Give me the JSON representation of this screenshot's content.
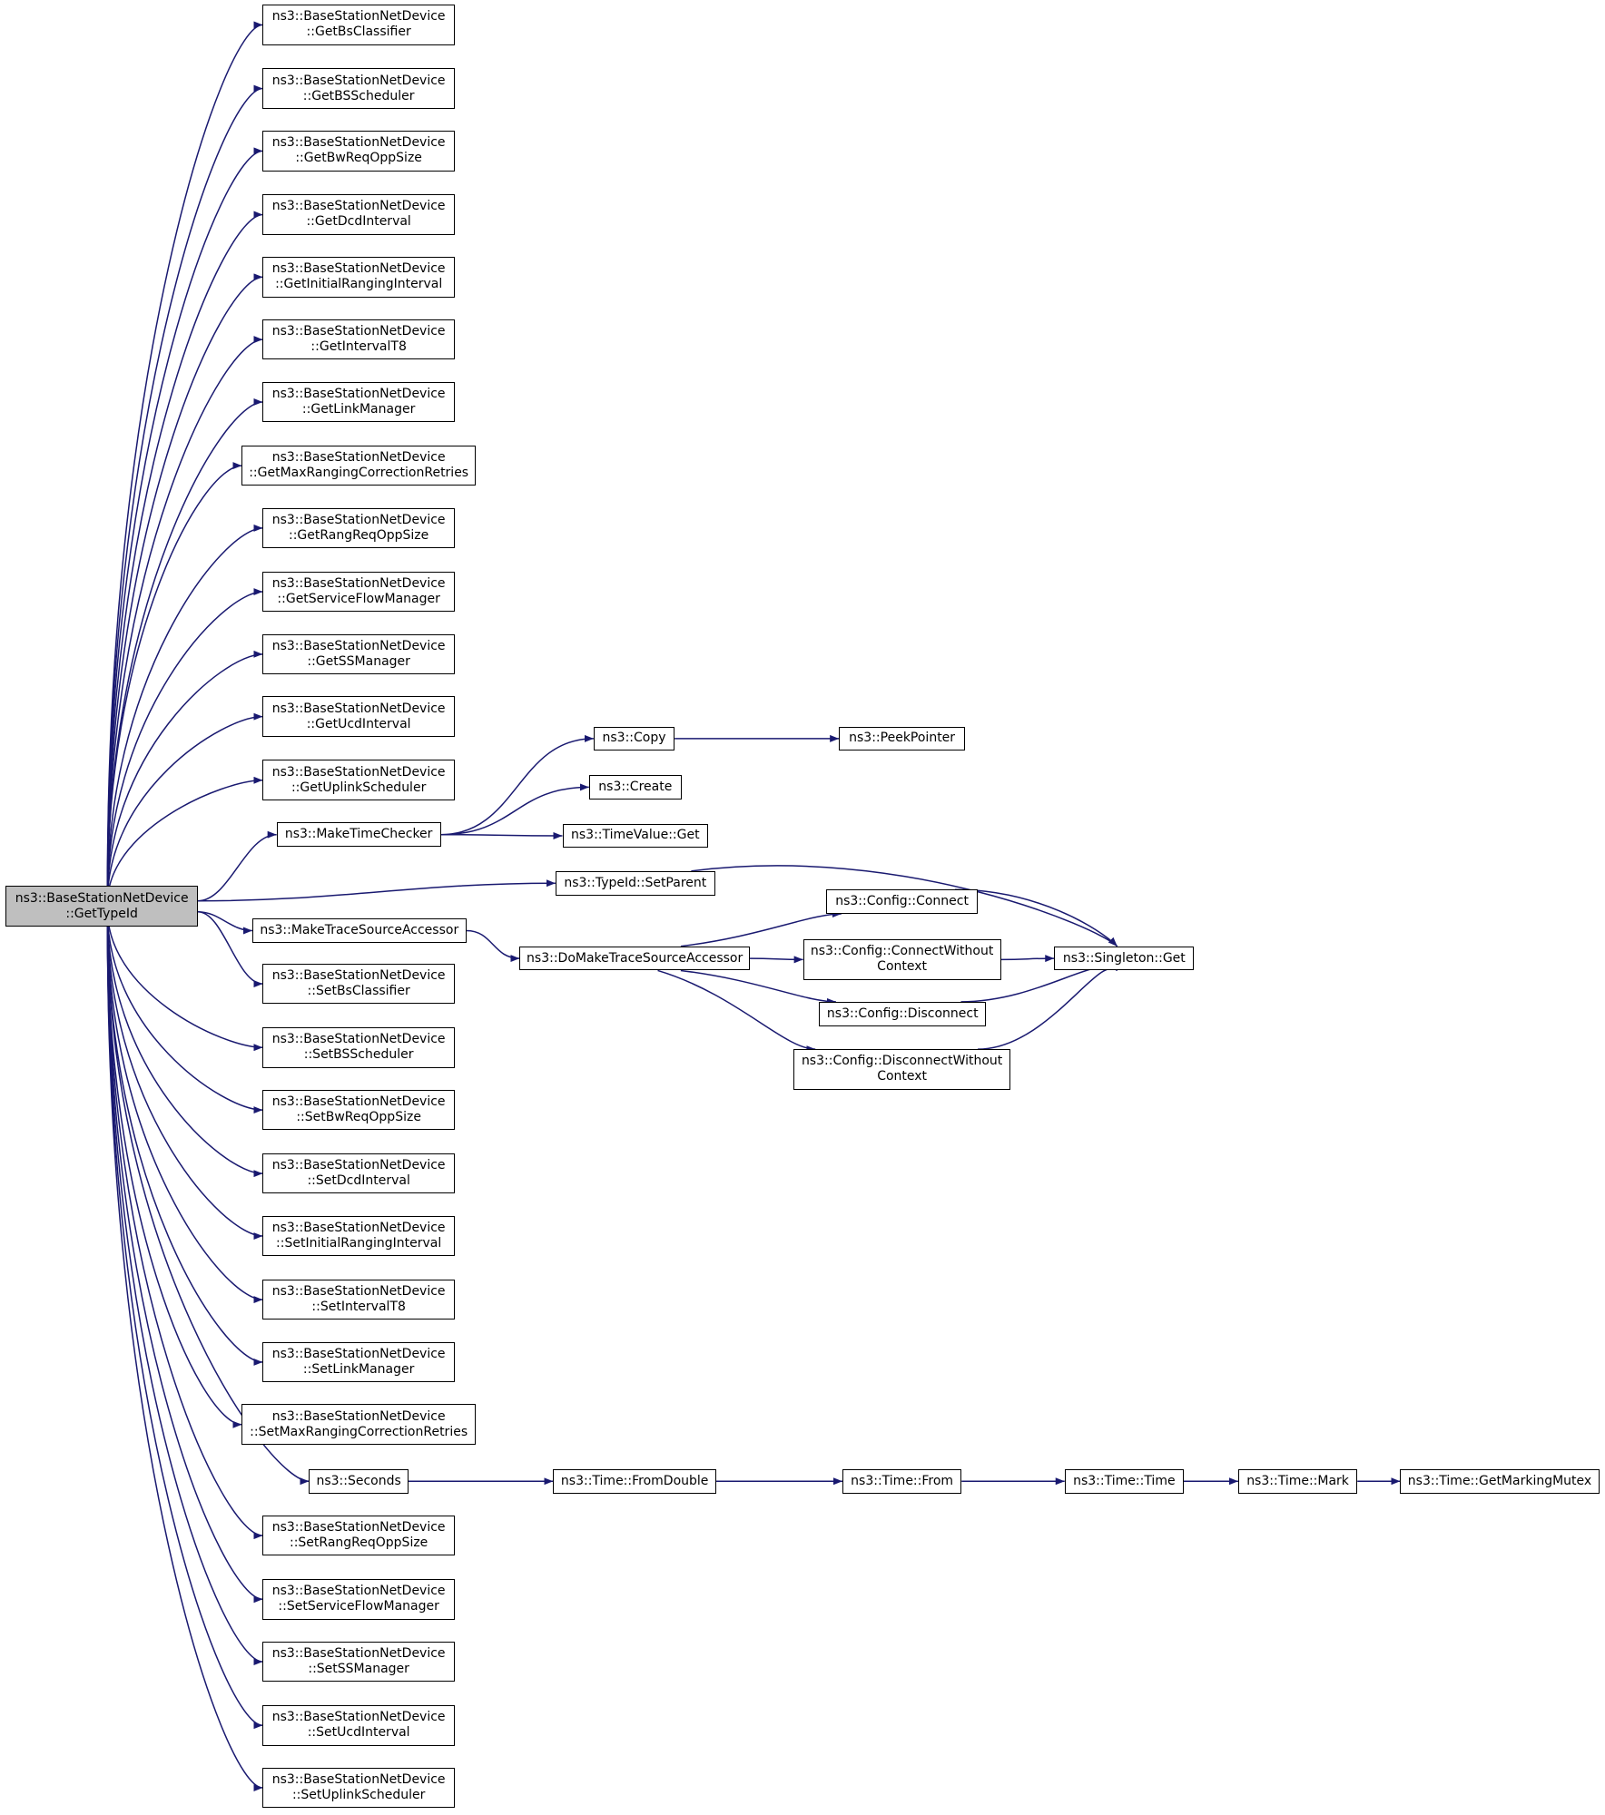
{
  "colors": {
    "edge": "#191970",
    "root_fill": "#bfbfbf",
    "node_fill": "#ffffff",
    "node_border": "#000000"
  },
  "nodes": [
    {
      "id": "root",
      "lines": [
        "ns3::BaseStationNetDevice",
        "::GetTypeId"
      ],
      "root": true
    },
    {
      "id": "getBsClassifier",
      "lines": [
        "ns3::BaseStationNetDevice",
        "::GetBsClassifier"
      ]
    },
    {
      "id": "getBSScheduler",
      "lines": [
        "ns3::BaseStationNetDevice",
        "::GetBSScheduler"
      ]
    },
    {
      "id": "getBwReqOppSize",
      "lines": [
        "ns3::BaseStationNetDevice",
        "::GetBwReqOppSize"
      ]
    },
    {
      "id": "getDcdInterval",
      "lines": [
        "ns3::BaseStationNetDevice",
        "::GetDcdInterval"
      ]
    },
    {
      "id": "getInitialRangingInterval",
      "lines": [
        "ns3::BaseStationNetDevice",
        "::GetInitialRangingInterval"
      ]
    },
    {
      "id": "getIntervalT8",
      "lines": [
        "ns3::BaseStationNetDevice",
        "::GetIntervalT8"
      ]
    },
    {
      "id": "getLinkManager",
      "lines": [
        "ns3::BaseStationNetDevice",
        "::GetLinkManager"
      ]
    },
    {
      "id": "getMaxRangingCorrectionRetries",
      "lines": [
        "ns3::BaseStationNetDevice",
        "::GetMaxRangingCorrectionRetries"
      ]
    },
    {
      "id": "getRangReqOppSize",
      "lines": [
        "ns3::BaseStationNetDevice",
        "::GetRangReqOppSize"
      ]
    },
    {
      "id": "getServiceFlowManager",
      "lines": [
        "ns3::BaseStationNetDevice",
        "::GetServiceFlowManager"
      ]
    },
    {
      "id": "getSSManager",
      "lines": [
        "ns3::BaseStationNetDevice",
        "::GetSSManager"
      ]
    },
    {
      "id": "getUcdInterval",
      "lines": [
        "ns3::BaseStationNetDevice",
        "::GetUcdInterval"
      ]
    },
    {
      "id": "getUplinkScheduler",
      "lines": [
        "ns3::BaseStationNetDevice",
        "::GetUplinkScheduler"
      ]
    },
    {
      "id": "makeTimeChecker",
      "lines": [
        "ns3::MakeTimeChecker"
      ]
    },
    {
      "id": "copy",
      "lines": [
        "ns3::Copy"
      ]
    },
    {
      "id": "peekPointer",
      "lines": [
        "ns3::PeekPointer"
      ]
    },
    {
      "id": "create",
      "lines": [
        "ns3::Create"
      ]
    },
    {
      "id": "timeValueGet",
      "lines": [
        "ns3::TimeValue::Get"
      ]
    },
    {
      "id": "typeIdSetParent",
      "lines": [
        "ns3::TypeId::SetParent"
      ]
    },
    {
      "id": "makeTraceSourceAccessor",
      "lines": [
        "ns3::MakeTraceSourceAccessor"
      ]
    },
    {
      "id": "doMakeTraceSourceAccessor",
      "lines": [
        "ns3::DoMakeTraceSourceAccessor"
      ]
    },
    {
      "id": "configConnect",
      "lines": [
        "ns3::Config::Connect"
      ]
    },
    {
      "id": "configConnectWithoutContext",
      "lines": [
        "ns3::Config::ConnectWithout",
        "Context"
      ]
    },
    {
      "id": "configDisconnect",
      "lines": [
        "ns3::Config::Disconnect"
      ]
    },
    {
      "id": "configDisconnectWithoutContext",
      "lines": [
        "ns3::Config::DisconnectWithout",
        "Context"
      ]
    },
    {
      "id": "singletonGet",
      "lines": [
        "ns3::Singleton::Get"
      ]
    },
    {
      "id": "setBsClassifier",
      "lines": [
        "ns3::BaseStationNetDevice",
        "::SetBsClassifier"
      ]
    },
    {
      "id": "setBSScheduler",
      "lines": [
        "ns3::BaseStationNetDevice",
        "::SetBSScheduler"
      ]
    },
    {
      "id": "setBwReqOppSize",
      "lines": [
        "ns3::BaseStationNetDevice",
        "::SetBwReqOppSize"
      ]
    },
    {
      "id": "setDcdInterval",
      "lines": [
        "ns3::BaseStationNetDevice",
        "::SetDcdInterval"
      ]
    },
    {
      "id": "setInitialRangingInterval",
      "lines": [
        "ns3::BaseStationNetDevice",
        "::SetInitialRangingInterval"
      ]
    },
    {
      "id": "setIntervalT8",
      "lines": [
        "ns3::BaseStationNetDevice",
        "::SetIntervalT8"
      ]
    },
    {
      "id": "setLinkManager",
      "lines": [
        "ns3::BaseStationNetDevice",
        "::SetLinkManager"
      ]
    },
    {
      "id": "setMaxRangingCorrectionRetries",
      "lines": [
        "ns3::BaseStationNetDevice",
        "::SetMaxRangingCorrectionRetries"
      ]
    },
    {
      "id": "seconds",
      "lines": [
        "ns3::Seconds"
      ]
    },
    {
      "id": "timeFromDouble",
      "lines": [
        "ns3::Time::FromDouble"
      ]
    },
    {
      "id": "timeFrom",
      "lines": [
        "ns3::Time::From"
      ]
    },
    {
      "id": "timeTime",
      "lines": [
        "ns3::Time::Time"
      ]
    },
    {
      "id": "timeMark",
      "lines": [
        "ns3::Time::Mark"
      ]
    },
    {
      "id": "timeGetMarkingMutex",
      "lines": [
        "ns3::Time::GetMarkingMutex"
      ]
    },
    {
      "id": "setRangReqOppSize",
      "lines": [
        "ns3::BaseStationNetDevice",
        "::SetRangReqOppSize"
      ]
    },
    {
      "id": "setServiceFlowManager",
      "lines": [
        "ns3::BaseStationNetDevice",
        "::SetServiceFlowManager"
      ]
    },
    {
      "id": "setSSManager",
      "lines": [
        "ns3::BaseStationNetDevice",
        "::SetSSManager"
      ]
    },
    {
      "id": "setUcdInterval",
      "lines": [
        "ns3::BaseStationNetDevice",
        "::SetUcdInterval"
      ]
    },
    {
      "id": "setUplinkScheduler",
      "lines": [
        "ns3::BaseStationNetDevice",
        "::SetUplinkScheduler"
      ]
    }
  ],
  "edges": [
    [
      "root",
      "getBsClassifier"
    ],
    [
      "root",
      "getBSScheduler"
    ],
    [
      "root",
      "getBwReqOppSize"
    ],
    [
      "root",
      "getDcdInterval"
    ],
    [
      "root",
      "getInitialRangingInterval"
    ],
    [
      "root",
      "getIntervalT8"
    ],
    [
      "root",
      "getLinkManager"
    ],
    [
      "root",
      "getMaxRangingCorrectionRetries"
    ],
    [
      "root",
      "getRangReqOppSize"
    ],
    [
      "root",
      "getServiceFlowManager"
    ],
    [
      "root",
      "getSSManager"
    ],
    [
      "root",
      "getUcdInterval"
    ],
    [
      "root",
      "getUplinkScheduler"
    ],
    [
      "root",
      "makeTimeChecker"
    ],
    [
      "root",
      "typeIdSetParent"
    ],
    [
      "root",
      "makeTraceSourceAccessor"
    ],
    [
      "root",
      "setBsClassifier"
    ],
    [
      "root",
      "setBSScheduler"
    ],
    [
      "root",
      "setBwReqOppSize"
    ],
    [
      "root",
      "setDcdInterval"
    ],
    [
      "root",
      "setInitialRangingInterval"
    ],
    [
      "root",
      "setIntervalT8"
    ],
    [
      "root",
      "setLinkManager"
    ],
    [
      "root",
      "setMaxRangingCorrectionRetries"
    ],
    [
      "root",
      "seconds"
    ],
    [
      "root",
      "setRangReqOppSize"
    ],
    [
      "root",
      "setServiceFlowManager"
    ],
    [
      "root",
      "setSSManager"
    ],
    [
      "root",
      "setUcdInterval"
    ],
    [
      "root",
      "setUplinkScheduler"
    ],
    [
      "makeTimeChecker",
      "copy"
    ],
    [
      "makeTimeChecker",
      "create"
    ],
    [
      "makeTimeChecker",
      "timeValueGet"
    ],
    [
      "copy",
      "peekPointer"
    ],
    [
      "typeIdSetParent",
      "singletonGet"
    ],
    [
      "makeTraceSourceAccessor",
      "doMakeTraceSourceAccessor"
    ],
    [
      "doMakeTraceSourceAccessor",
      "configConnect"
    ],
    [
      "doMakeTraceSourceAccessor",
      "configConnectWithoutContext"
    ],
    [
      "doMakeTraceSourceAccessor",
      "configDisconnect"
    ],
    [
      "doMakeTraceSourceAccessor",
      "configDisconnectWithoutContext"
    ],
    [
      "configConnect",
      "singletonGet"
    ],
    [
      "configConnectWithoutContext",
      "singletonGet"
    ],
    [
      "configDisconnect",
      "singletonGet"
    ],
    [
      "configDisconnectWithoutContext",
      "singletonGet"
    ],
    [
      "seconds",
      "timeFromDouble"
    ],
    [
      "timeFromDouble",
      "timeFrom"
    ],
    [
      "timeFrom",
      "timeTime"
    ],
    [
      "timeTime",
      "timeMark"
    ],
    [
      "timeMark",
      "timeGetMarkingMutex"
    ]
  ]
}
